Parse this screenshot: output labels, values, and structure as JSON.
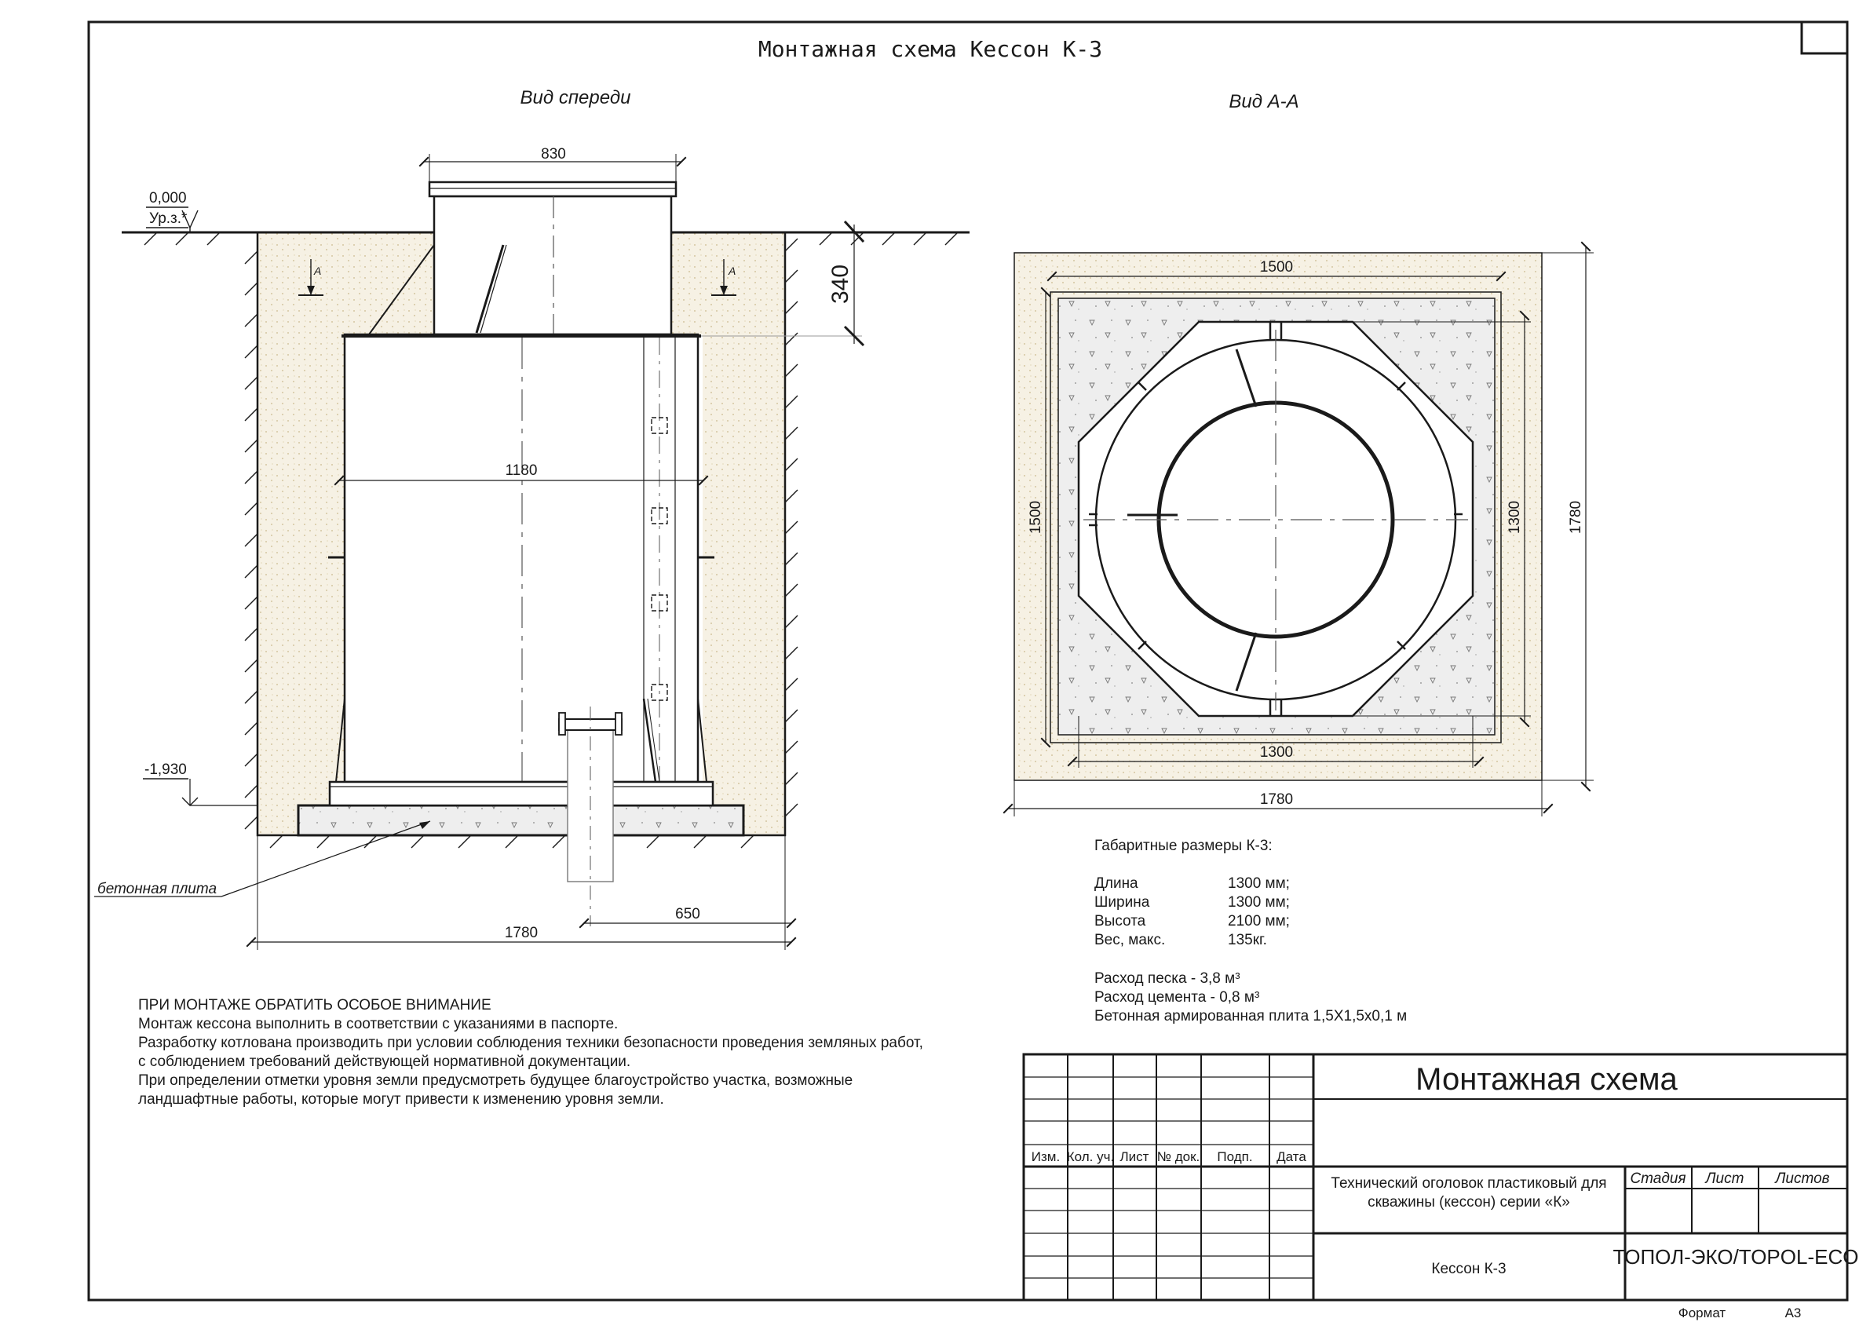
{
  "title": "Монтажная схема Кессон К-3",
  "front_view": {
    "caption": "Вид спереди",
    "dim_top": "830",
    "dim_mid": "1180",
    "dim_bottom": "1780",
    "dim_right": "650",
    "dim_depth": "340",
    "level_top": "0,000",
    "level_top_sub": "Ур.з.*",
    "level_bottom": "-1,930",
    "section_mark_left": "А",
    "section_mark_right": "А",
    "slab_label": "бетонная плита"
  },
  "section_view": {
    "caption": "Вид А-А",
    "dim_inner_w": "1500",
    "dim_inner_h": "1500",
    "dim_core_w": "1300",
    "dim_core_h": "1300",
    "dim_outer_w": "1780",
    "dim_outer_h": "1780"
  },
  "specs": {
    "heading": "Габаритные размеры К-3:",
    "rows": [
      {
        "label": "Длина",
        "value": "1300 мм;"
      },
      {
        "label": "Ширина",
        "value": "1300 мм;"
      },
      {
        "label": "Высота",
        "value": "2100 мм;"
      },
      {
        "label": "Вес, макс.",
        "value": "135кг."
      }
    ],
    "sand": "Расход песка - 3,8 м³",
    "cement": "Расход цемента - 0,8 м³",
    "slab": "Бетонная армированная плита 1,5Х1,5х0,1 м"
  },
  "notes": {
    "heading": "ПРИ МОНТАЖЕ ОБРАТИТЬ ОСОБОЕ ВНИМАНИЕ",
    "lines": [
      "Монтаж кессона выполнить в соответствии с указаниями в паспорте.",
      "Разработку котлована производить при условии соблюдения техники безопасности проведения земляных работ,",
      "с соблюдением требований действующей нормативной документации.",
      "При определении отметки уровня земли предусмотреть будущее благоустройство участка, возможные",
      "ландшафтные работы, которые могут привести к изменению уровня земли."
    ]
  },
  "title_block": {
    "main_title": "Монтажная схема",
    "headers": [
      "Изм.",
      "Кол. уч.",
      "Лист",
      "№ док.",
      "Подп.",
      "Дата"
    ],
    "description_line1": "Технический оголовок пластиковый для",
    "description_line2": "скважины (кессон) серии «К»",
    "stage_label": "Стадия",
    "sheet_label": "Лист",
    "sheets_label": "Листов",
    "product": "Кессон К-3",
    "company": "ТОПОЛ-ЭКО/TOPOL-ECO",
    "format_label": "Формат",
    "format_value": "А3"
  }
}
